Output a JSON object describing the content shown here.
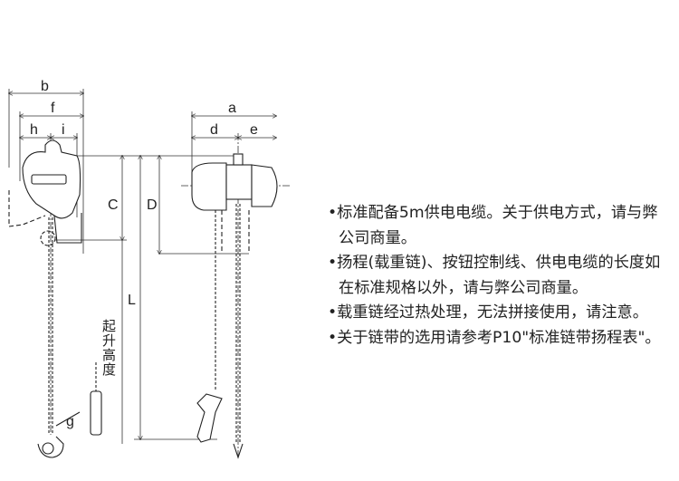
{
  "dimensions": {
    "b": "b",
    "f": "f",
    "h": "h",
    "i": "i",
    "a": "a",
    "d": "d",
    "e": "e",
    "C": "C",
    "D": "D",
    "L": "L",
    "g": "g",
    "lift_height": "起升高度"
  },
  "notes": [
    {
      "line1": "•标准配备5m供电电缆。关于供电方式，请与弊",
      "line2": "公司商量。"
    },
    {
      "line1": "•扬程(载重链)、按钮控制线、供电电缆的长度如",
      "line2": "在标准规格以外，请与弊公司商量。"
    },
    {
      "line1": "•载重链经过热处理，无法拼接使用，请注意。"
    },
    {
      "line1": "•关于链带的选用请参考P10\"标准链带扬程表\"。"
    }
  ]
}
